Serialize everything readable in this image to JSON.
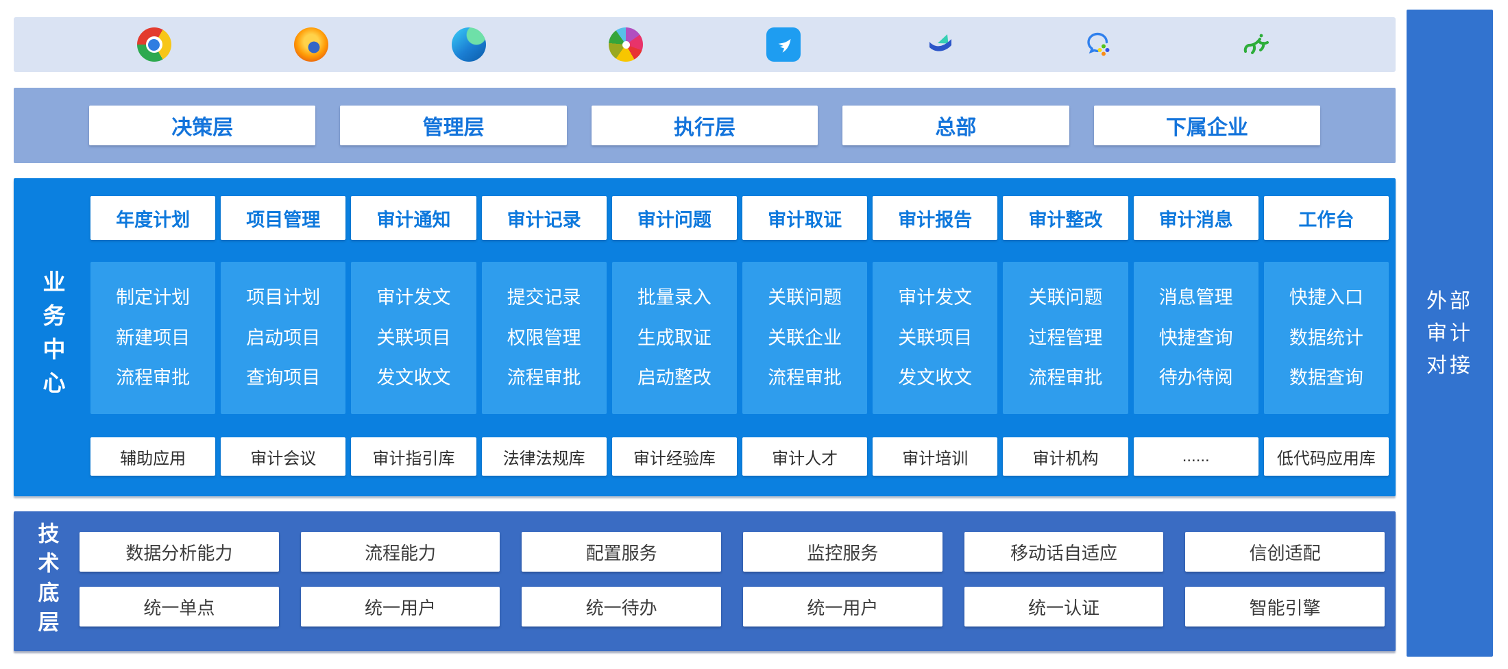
{
  "icons_bar": {
    "icons": [
      "chrome",
      "firefox",
      "edge",
      "360-browser-pinwheel",
      "dingtalk",
      "teal-blue-bird",
      "wechat-work",
      "green-figure"
    ]
  },
  "layers_bar": {
    "items": [
      "决策层",
      "管理层",
      "执行层",
      "总部",
      "下属企业"
    ]
  },
  "business_center": {
    "label": "业务中心",
    "columns": [
      {
        "tab": "年度计划",
        "items": [
          "制定计划",
          "新建项目",
          "流程审批"
        ]
      },
      {
        "tab": "项目管理",
        "items": [
          "项目计划",
          "启动项目",
          "查询项目"
        ]
      },
      {
        "tab": "审计通知",
        "items": [
          "审计发文",
          "关联项目",
          "发文收文"
        ]
      },
      {
        "tab": "审计记录",
        "items": [
          "提交记录",
          "权限管理",
          "流程审批"
        ]
      },
      {
        "tab": "审计问题",
        "items": [
          "批量录入",
          "生成取证",
          "启动整改"
        ]
      },
      {
        "tab": "审计取证",
        "items": [
          "关联问题",
          "关联企业",
          "流程审批"
        ]
      },
      {
        "tab": "审计报告",
        "items": [
          "审计发文",
          "关联项目",
          "发文收文"
        ]
      },
      {
        "tab": "审计整改",
        "items": [
          "关联问题",
          "过程管理",
          "流程审批"
        ]
      },
      {
        "tab": "审计消息",
        "items": [
          "消息管理",
          "快捷查询",
          "待办待阅"
        ]
      },
      {
        "tab": "工作台",
        "items": [
          "快捷入口",
          "数据统计",
          "数据查询"
        ]
      }
    ],
    "utility_row": [
      "辅助应用",
      "审计会议",
      "审计指引库",
      "法律法规库",
      "审计经验库",
      "审计人才",
      "审计培训",
      "审计机构",
      "......",
      "低代码应用库"
    ]
  },
  "tech_layer": {
    "label": "技术底层",
    "row1": [
      "数据分析能力",
      "流程能力",
      "配置服务",
      "监控服务",
      "移动话自适应",
      "信创适配"
    ],
    "row2": [
      "统一单点",
      "统一用户",
      "统一待办",
      "统一用户",
      "统一认证",
      "智能引擎"
    ]
  },
  "right_bar": {
    "lines": [
      "外部",
      "审计",
      "对接"
    ]
  },
  "colors": {
    "icons_bar_bg": "#dae3f3",
    "layers_bar_bg": "#8ca9db",
    "business_bg": "#0b80e0",
    "subpanel_bg": "#2f9ded",
    "tab_text": "#0d78dc",
    "layer_text": "#1474db",
    "tech_bg": "#3a6cc3",
    "right_bar_bg": "#3273cf",
    "utility_text": "#2f2f2f"
  }
}
